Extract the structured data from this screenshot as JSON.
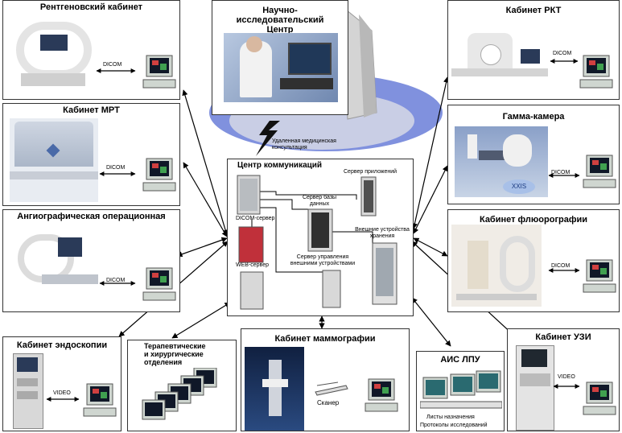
{
  "labels": {
    "xray": "Рентгеновский кабинет",
    "research": "Научно-исследовательский Центр",
    "ct": "Кабинет РКТ",
    "mri": "Кабинет МРТ",
    "gamma": "Гамма-камера",
    "angio": "Ангиографическая операционная",
    "fluoro": "Кабинет  флюорографии",
    "endo": "Кабинет эндоскопии",
    "therapy": "Терапевтические и хирургические отделения",
    "mammo": "Кабинет маммографии",
    "ais": "АИС ЛПУ",
    "us": "Кабинет УЗИ",
    "comm": "Центр коммуникаций",
    "remote": "Удаленная медицинская консультация",
    "app_server": "Сервер приложений",
    "db_server": "Сервер базы данных",
    "dicom_server": "DICOM-сервер",
    "storage": "Внешние устройства хранения",
    "web_server": "WEB-сервер",
    "mgmt_server": "Сервер управления внешними устройствами",
    "scanner": "Сканер",
    "sheets": "Листы назначения",
    "protocols": "Протоколы исследований",
    "dicom": "DICOM",
    "video": "VIDEO",
    "logo": "XXIS"
  },
  "colors": {
    "border": "#333333",
    "arrow": "#000000",
    "server": "#d8d8d8",
    "web_server": "#c0303a",
    "ellipse": "#6a7ed8",
    "tower": "#d4d4d4",
    "screen": "#101828"
  }
}
